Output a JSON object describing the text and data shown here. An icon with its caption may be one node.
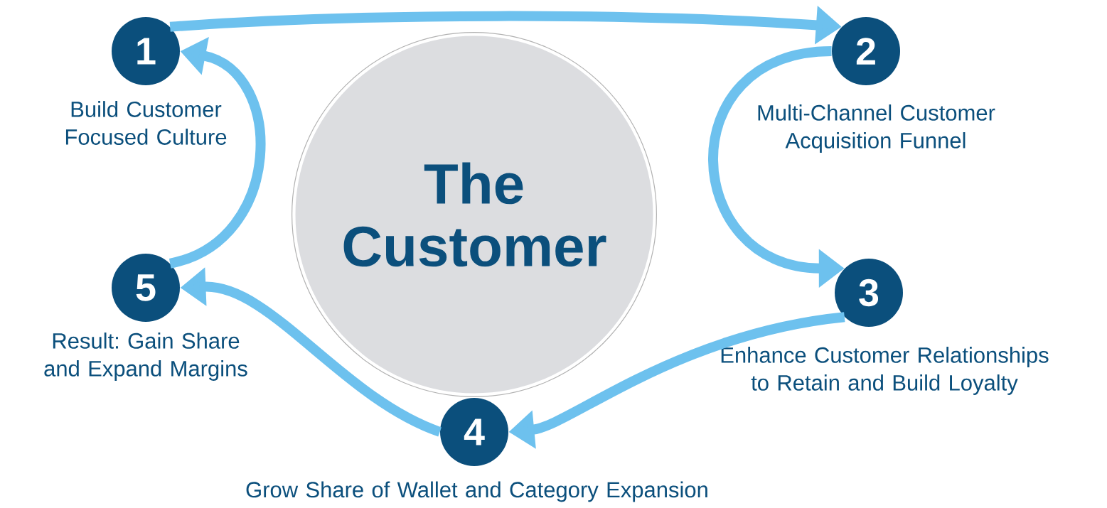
{
  "diagram": {
    "nodes": [
      {
        "text": [
          "The Customer"
        ]
      },
      {
        "text": [
          "1"
        ],
        "beside": [
          "Build Customer Focused Culture"
        ]
      },
      {
        "text": [
          "2"
        ],
        "beside": [
          "Multi-Channel Customer Acquisition Funnel"
        ]
      },
      {
        "text": [
          "3"
        ],
        "beside": [
          "Enhance Customer Relationships to Retain and Build Loyalty"
        ]
      },
      {
        "text": [
          "4"
        ],
        "beside": [
          "Grow Share of Wallet and Category Expansion"
        ]
      },
      {
        "text": [
          "5"
        ],
        "beside": [
          "Result: Gain Share and Expand Margins"
        ]
      }
    ],
    "edges": [
      {
        "from": 1,
        "to": 2,
        "arrow": "to"
      },
      {
        "from": 2,
        "to": 3,
        "arrow": "to"
      },
      {
        "from": 3,
        "to": 4,
        "arrow": "to"
      },
      {
        "from": 4,
        "to": 5,
        "arrow": "to"
      },
      {
        "from": 5,
        "to": 1,
        "arrow": "to"
      }
    ]
  }
}
